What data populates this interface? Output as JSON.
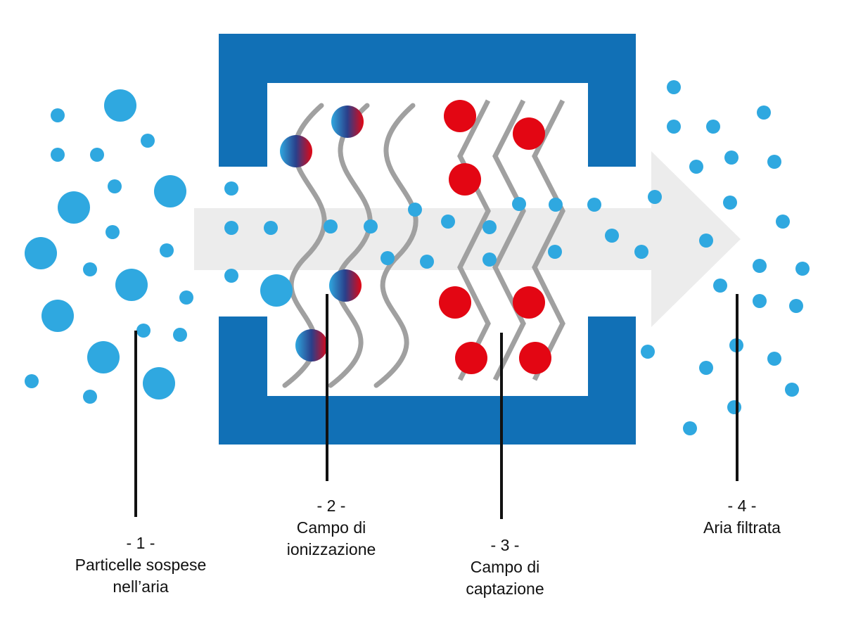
{
  "colors": {
    "frame": "#1170b6",
    "particle": "#2fa8e0",
    "captured": "#e30613",
    "ion_gradient_from": "#2fa8e0",
    "ion_gradient_mid": "#2a3f8a",
    "ion_gradient_to": "#e30613",
    "wire": "#a0a0a0",
    "flow_arrow": "#ececec",
    "leader_line": "#111111"
  },
  "steps": [
    {
      "number": "- 1 -",
      "lines": [
        "Particelle sospese",
        "nell’aria"
      ]
    },
    {
      "number": "- 2 -",
      "lines": [
        "Campo di",
        "ionizzazione"
      ]
    },
    {
      "number": "- 3 -",
      "lines": [
        "Campo di",
        "captazione"
      ]
    },
    {
      "number": "- 4 -",
      "lines": [
        "Aria filtrata"
      ]
    }
  ]
}
